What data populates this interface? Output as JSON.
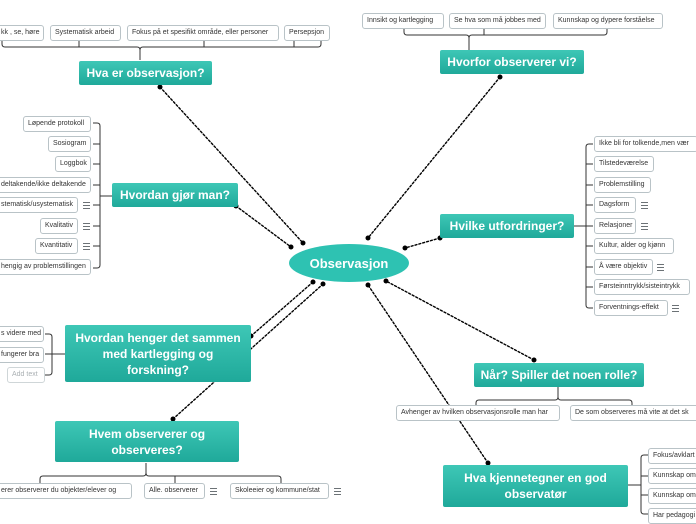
{
  "center": "Observasjon",
  "branches": {
    "hva": "Hva er observasjon?",
    "hvorfor": "Hvorfor observerer vi?",
    "hvordan": "Hvordan gjør man?",
    "utfordringer": "Hvilke utfordringer?",
    "henger": "Hvordan henger det sammen med kartlegging og forskning?",
    "spiller": "Når? Spiller det noen rolle?",
    "hvem": "Hvem observerer og observeres?",
    "kjennetegn": "Hva kjennetegner en god observatør"
  },
  "leaves": {
    "hva": [
      "kk , se, høre",
      "Systematisk arbeid",
      "Fokus på et spesifikt område, eller personer",
      "Persepsjon"
    ],
    "hvorfor": [
      "Innsikt og kartlegging",
      "Se hva som må jobbes med",
      "Kunnskap og dypere forståelse"
    ],
    "hvordan": [
      "Løpende protokoll",
      "Sosiogram",
      "Loggbok",
      "deltakende/ikke deltakende",
      "stematisk/usystematisk",
      "Kvalitativ",
      "Kvantitativ",
      "hengig av problemstillingen"
    ],
    "utfordringer": [
      "Ikke bli for tolkende,men vær",
      "Tilstedeværelse",
      "Problemstilling",
      "Dagsform",
      "Relasjoner",
      "Kultur, alder og kjønn",
      "Å være objektiv",
      "Førsteinntrykk/sisteintrykk",
      "Forventnings-effekt"
    ],
    "henger": [
      "s videre med",
      "fungerer bra",
      "Add text"
    ],
    "spiller": [
      "Avhenger av hvilken observasjonsrolle man har",
      "De som observeres må vite at det sk"
    ],
    "hvem": [
      "erer observerer du objekter/elever og",
      "Alle. observerer",
      "Skoleeier og kommune/stat"
    ],
    "kjennetegn": [
      "Fokus/avklart",
      "Kunnskap om",
      "Kunnskap om",
      "Har pedagogi"
    ]
  }
}
